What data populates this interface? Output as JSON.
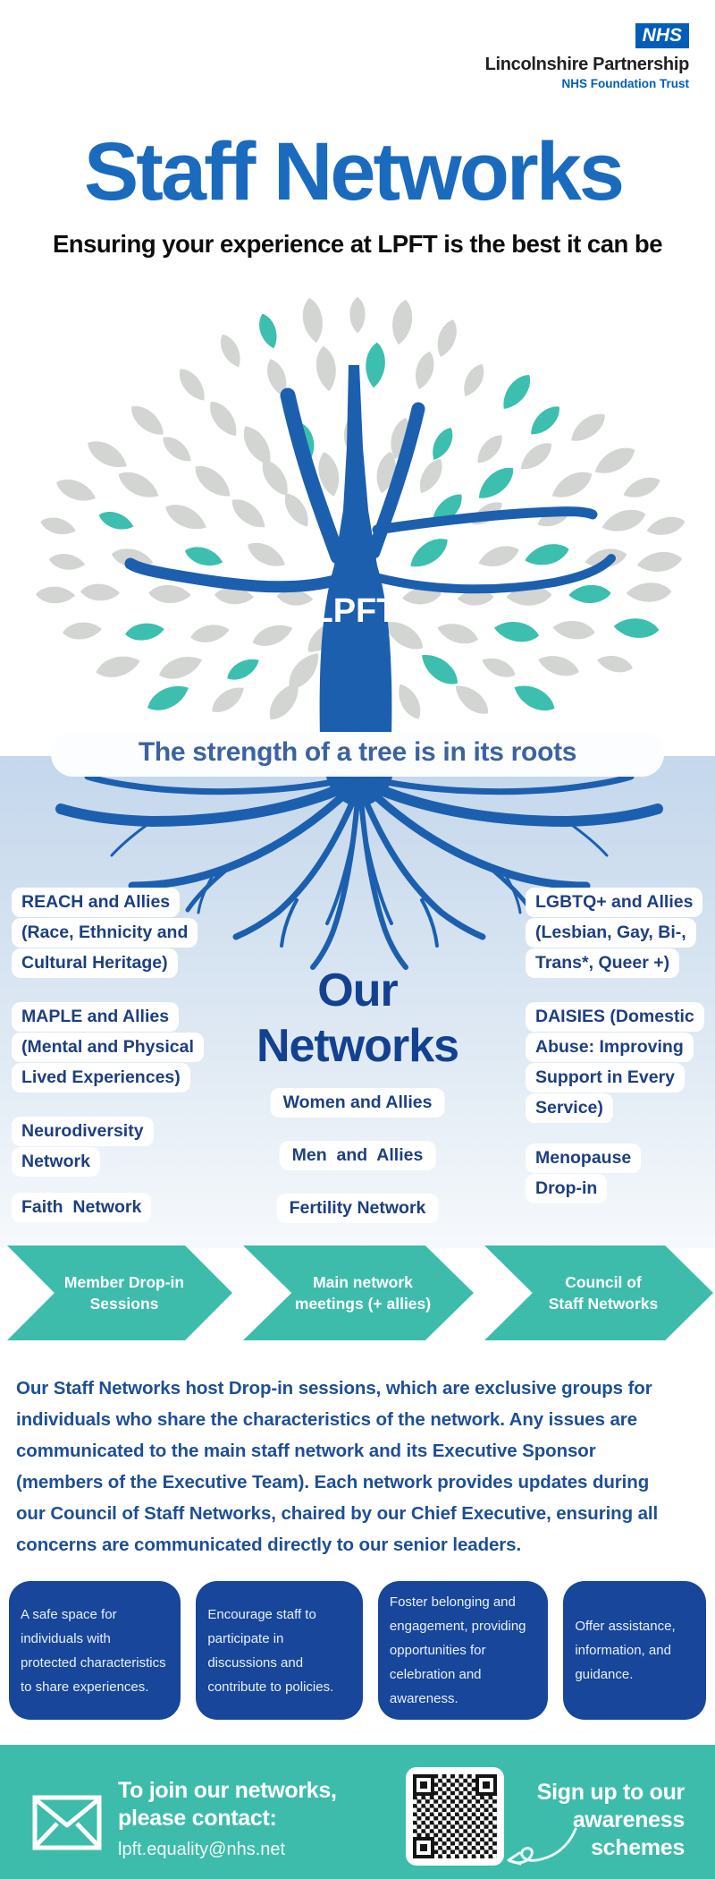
{
  "colors": {
    "nhs_blue": "#005eb8",
    "title_blue": "#1a6abe",
    "tree_blue": "#1c5fae",
    "leaf_gray": "#d2d5d2",
    "leaf_teal": "#3cbfae",
    "light_blue": "#c4d7ec",
    "navy": "#1d3f80",
    "heading_navy": "#14418f",
    "para_navy": "#1e4f96",
    "card_blue": "#17469a",
    "teal": "#3ebcab"
  },
  "header": {
    "nhs_logo": "NHS",
    "org_name": "Lincolnshire Partnership",
    "org_sub": "NHS Foundation Trust",
    "title": "Staff Networks",
    "subtitle": "Ensuring your experience at LPFT is the best it can be"
  },
  "tree": {
    "label": "LPFT",
    "caption": "The strength of a tree is in its roots"
  },
  "networks": {
    "heading": [
      "Our",
      "Networks"
    ],
    "left": [
      [
        "REACH and Allies",
        "(Race, Ethnicity and",
        "Cultural Heritage)"
      ],
      [
        "MAPLE and Allies",
        "(Mental and Physical",
        "Lived Experiences)"
      ],
      [
        "Neurodiversity",
        "Network"
      ],
      [
        "Faith  Network"
      ]
    ],
    "center": [
      [
        "Women and Allies"
      ],
      [
        "Men  and  Allies"
      ],
      [
        "Fertility Network"
      ]
    ],
    "right": [
      [
        "LGBTQ+ and Allies",
        "(Lesbian, Gay, Bi-,",
        "Trans*, Queer +)"
      ],
      [
        "DAISIES (Domestic",
        "Abuse: Improving",
        "Support in Every",
        "Service)"
      ],
      [
        "Menopause",
        "Drop-in"
      ]
    ]
  },
  "arrows": [
    [
      "Member Drop-in",
      "Sessions"
    ],
    [
      "Main network",
      "meetings (+ allies)"
    ],
    [
      "Council of",
      "Staff Networks"
    ]
  ],
  "description": "Our Staff Networks host Drop-in sessions, which are exclusive groups for individuals who share the characteristics of the network. Any issues are communicated to the main staff network and its Executive Sponsor (members of the Executive Team). Each network provides updates during our Council of Staff Networks, chaired by our Chief Executive, ensuring all concerns are communicated directly to our senior leaders.",
  "benefit_cards": [
    "A safe space for individuals with protected characteristics to share experiences.",
    "Encourage staff to participate in discussions and contribute to policies.",
    "Foster belonging and engagement, providing opportunities for celebration and awareness.",
    "Offer assistance, information, and guidance."
  ],
  "footer": {
    "contact_lines": [
      "To join our networks,",
      "please contact:"
    ],
    "email": "lpft.equality@nhs.net",
    "signup_lines": [
      "Sign up to our",
      "awareness",
      "schemes"
    ],
    "icons": [
      "envelope-icon",
      "qr-code"
    ]
  }
}
